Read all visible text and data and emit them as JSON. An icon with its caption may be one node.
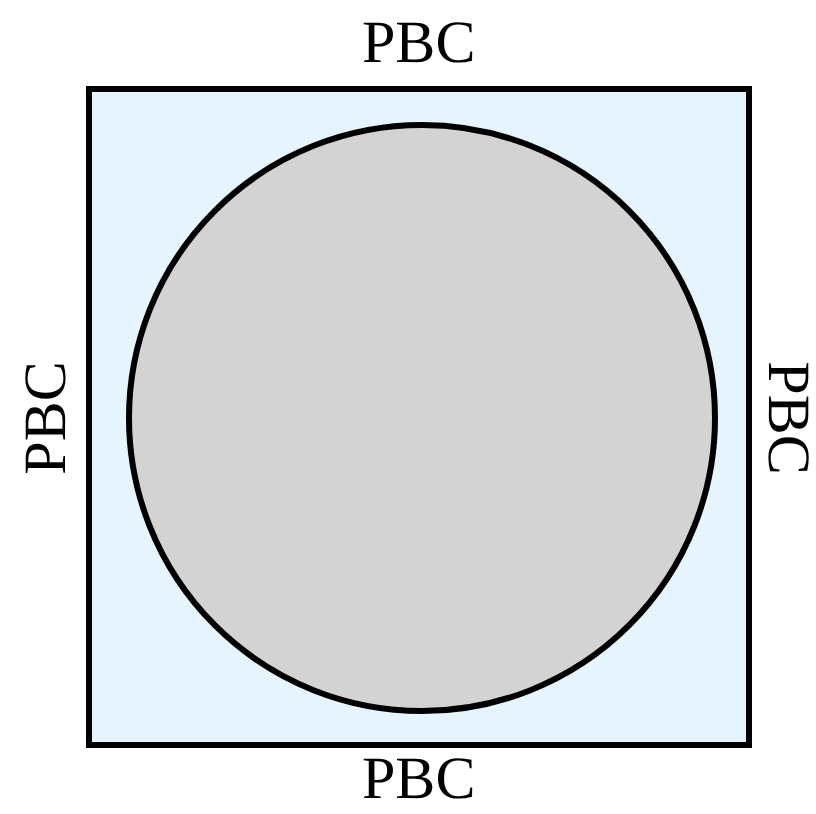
{
  "diagram": {
    "nodes": [
      {
        "text": [],
        "shape": "box",
        "beside": [
          "PBC",
          "PBC",
          "PBC",
          "PBC"
        ]
      },
      {
        "text": [],
        "shape": "circle",
        "in": 0
      }
    ]
  }
}
